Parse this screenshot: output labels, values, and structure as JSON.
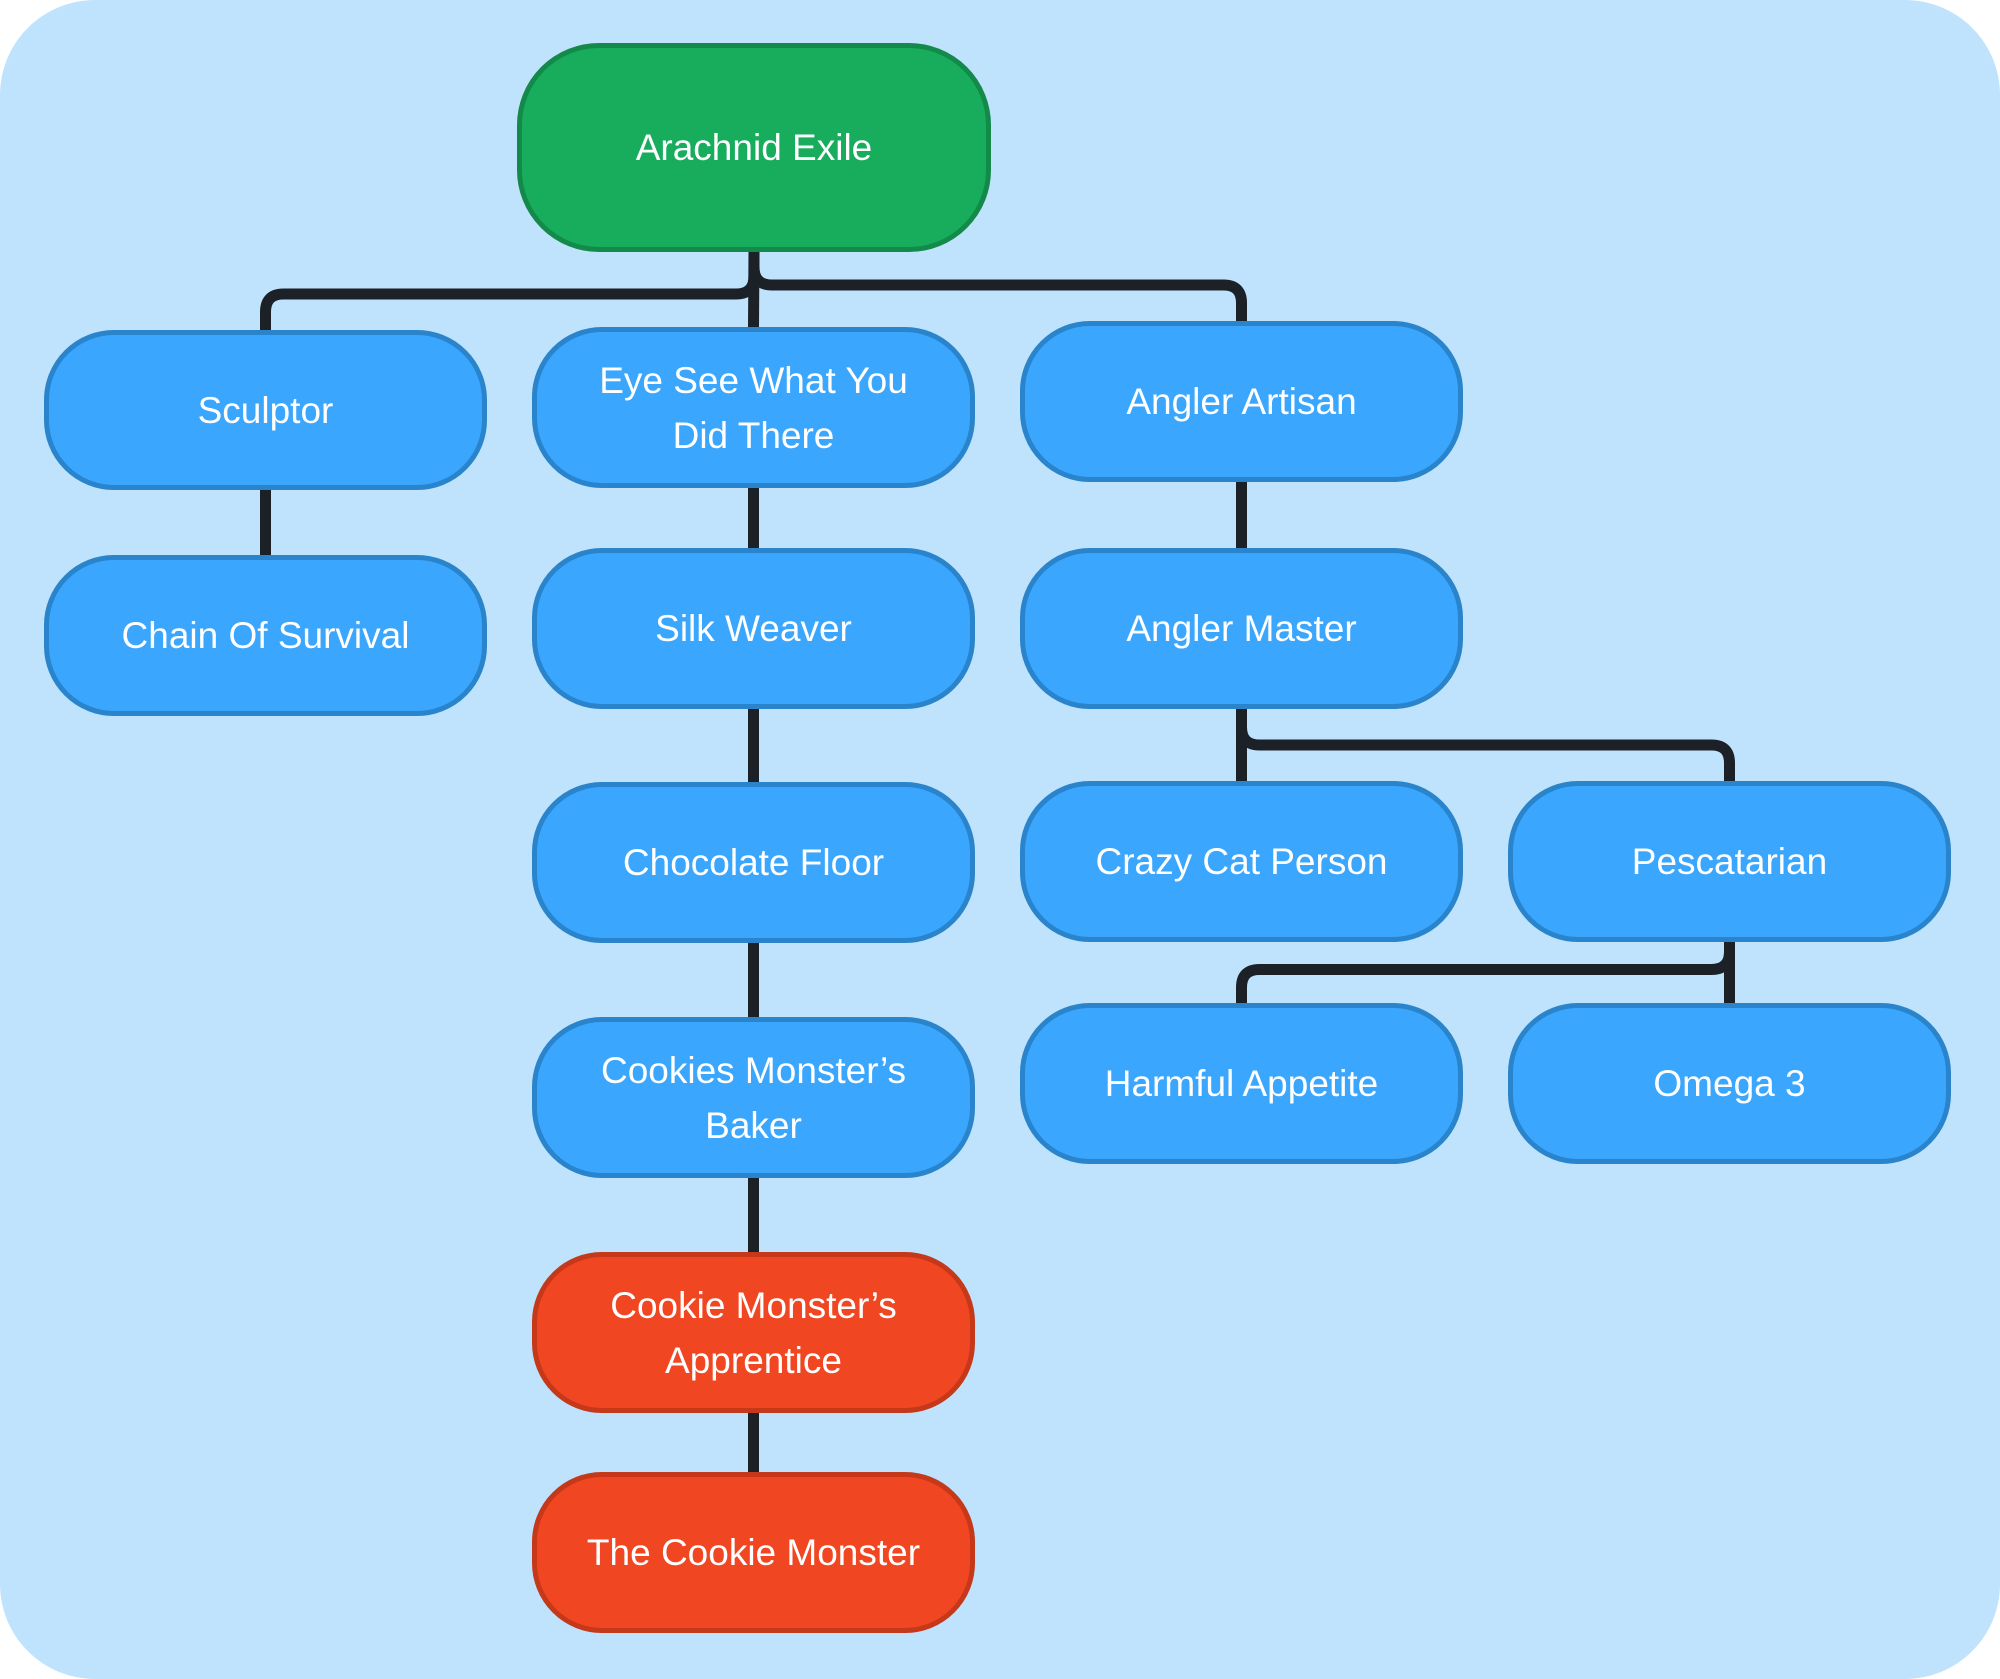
{
  "colors": {
    "background": "#bfe3fc",
    "connector": "#1c2128",
    "root_fill": "#17ad5c",
    "root_border": "#138a49",
    "skill_fill": "#3ba6fe",
    "skill_border": "#2a84cc",
    "end_fill": "#f04722",
    "end_border": "#c5381a",
    "text": "#ffffff"
  },
  "nodes": {
    "root": {
      "label": "Arachnid Exile",
      "kind": "root"
    },
    "sculptor": {
      "label": "Sculptor",
      "kind": "skill"
    },
    "chain_of_survival": {
      "label": "Chain Of Survival",
      "kind": "skill"
    },
    "eye_see": {
      "label": "Eye See What You Did There",
      "kind": "skill"
    },
    "silk_weaver": {
      "label": "Silk Weaver",
      "kind": "skill"
    },
    "chocolate_floor": {
      "label": "Chocolate Floor",
      "kind": "skill"
    },
    "cookies_baker": {
      "label": "Cookies Monster’s Baker",
      "kind": "skill"
    },
    "cookie_apprentice": {
      "label": "Cookie Monster’s Apprentice",
      "kind": "end"
    },
    "cookie_monster": {
      "label": "The Cookie Monster",
      "kind": "end"
    },
    "angler_artisan": {
      "label": "Angler Artisan",
      "kind": "skill"
    },
    "angler_master": {
      "label": "Angler Master",
      "kind": "skill"
    },
    "crazy_cat": {
      "label": "Crazy Cat Person",
      "kind": "skill"
    },
    "pescatarian": {
      "label": "Pescatarian",
      "kind": "skill"
    },
    "harmful_appetite": {
      "label": "Harmful Appetite",
      "kind": "skill"
    },
    "omega_3": {
      "label": "Omega 3",
      "kind": "skill"
    }
  },
  "edges": [
    [
      "root",
      "sculptor"
    ],
    [
      "root",
      "eye_see"
    ],
    [
      "root",
      "angler_artisan"
    ],
    [
      "sculptor",
      "chain_of_survival"
    ],
    [
      "eye_see",
      "silk_weaver"
    ],
    [
      "silk_weaver",
      "chocolate_floor"
    ],
    [
      "chocolate_floor",
      "cookies_baker"
    ],
    [
      "cookies_baker",
      "cookie_apprentice"
    ],
    [
      "cookie_apprentice",
      "cookie_monster"
    ],
    [
      "angler_artisan",
      "angler_master"
    ],
    [
      "angler_master",
      "crazy_cat"
    ],
    [
      "angler_master",
      "pescatarian"
    ],
    [
      "pescatarian",
      "harmful_appetite"
    ],
    [
      "pescatarian",
      "omega_3"
    ]
  ]
}
